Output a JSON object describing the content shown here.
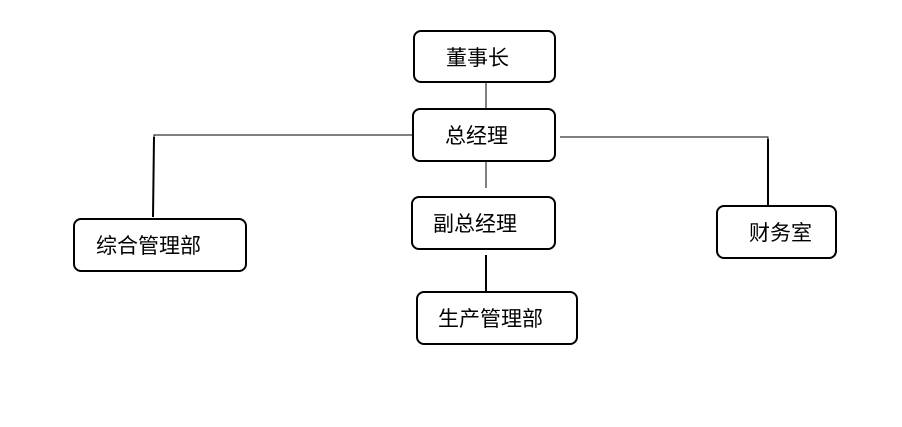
{
  "org_chart": {
    "nodes": {
      "chairman": "董事长",
      "general_manager": "总经理",
      "deputy_general_manager": "副总经理",
      "general_management_dept": "综合管理部",
      "production_management_dept": "生产管理部",
      "finance_office": "财务室"
    },
    "edges": [
      [
        "chairman",
        "general_manager"
      ],
      [
        "general_manager",
        "deputy_general_manager"
      ],
      [
        "general_manager",
        "general_management_dept"
      ],
      [
        "general_manager",
        "finance_office"
      ],
      [
        "deputy_general_manager",
        "production_management_dept"
      ]
    ],
    "colors": {
      "line": "#000000",
      "box_border": "#000000",
      "background": "#ffffff"
    }
  }
}
